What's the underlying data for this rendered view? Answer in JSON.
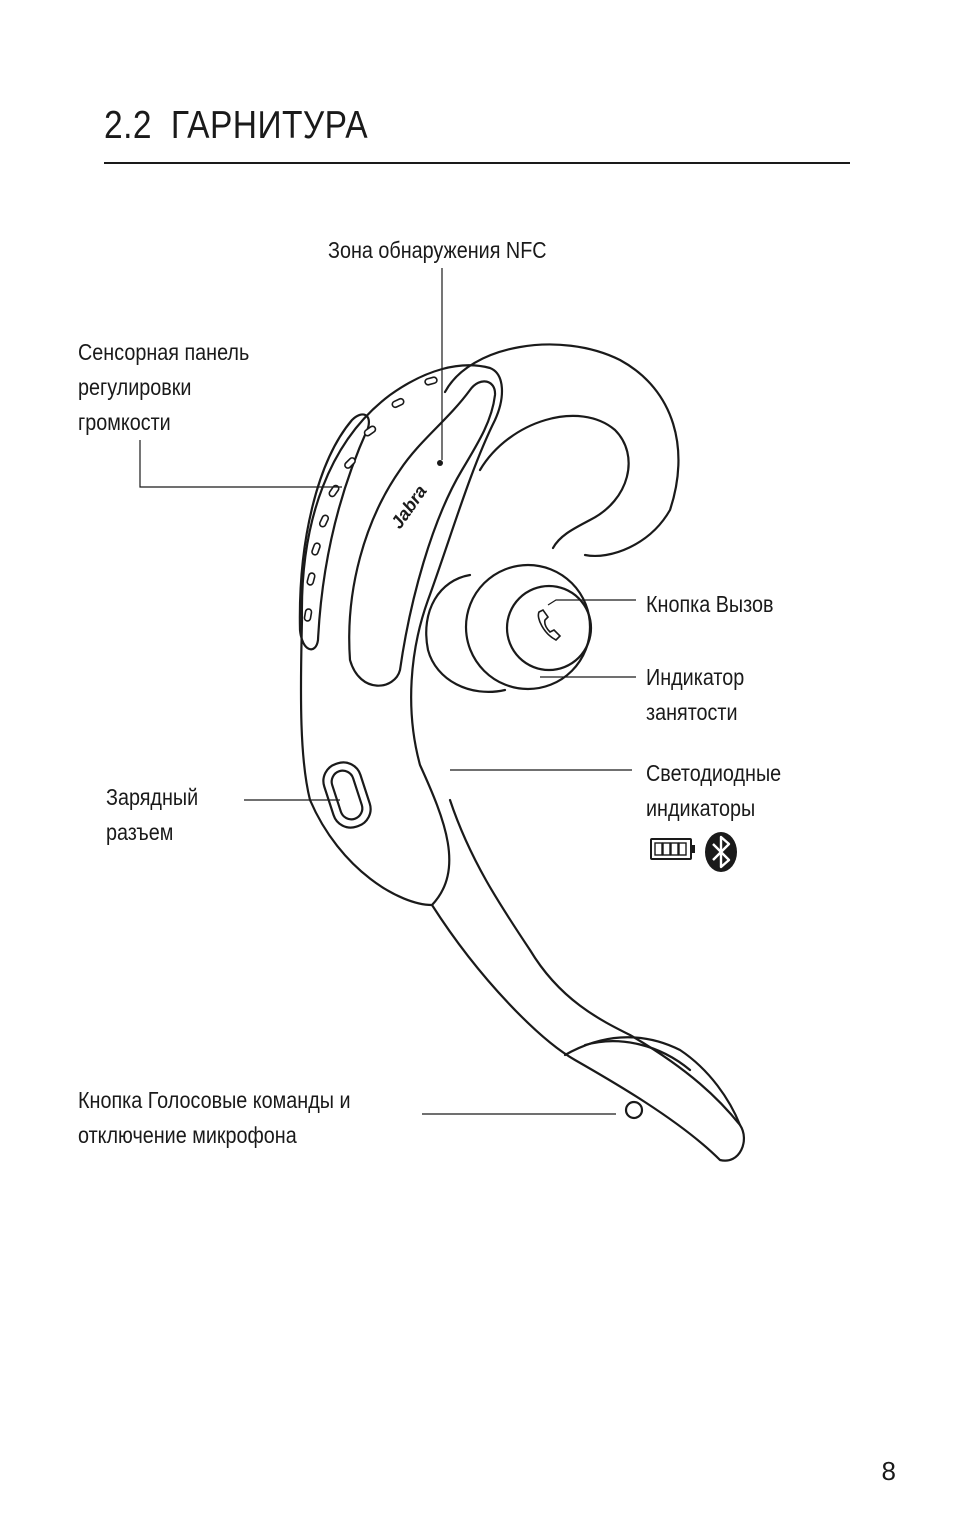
{
  "section": {
    "number": "2.2",
    "title": "ГАРНИТУРА"
  },
  "labels": {
    "nfc": "Зона обнаружения NFC",
    "volume": "Сенсорная панель\nрегулировки\nгромкости",
    "call": "Кнопка Вызов",
    "busy": "Индикатор\nзанятости",
    "leds": "Светодиодные\nиндикаторы",
    "charging": "Зарядный\nразъем",
    "voice": "Кнопка Голосовые команды и\nотключение микрофона"
  },
  "brand": "Jabra",
  "icons": [
    "battery-icon",
    "bluetooth-icon"
  ],
  "page_number": "8"
}
